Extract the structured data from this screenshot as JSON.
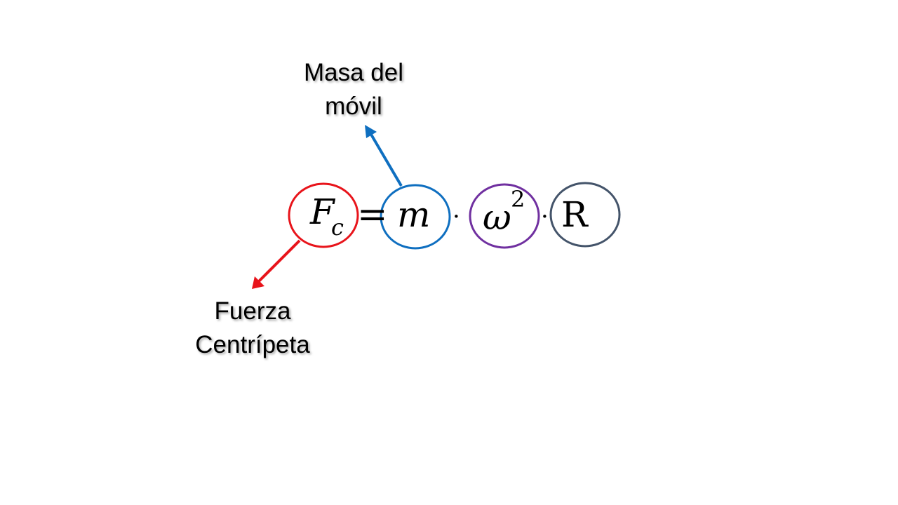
{
  "formula": {
    "F": "F",
    "c": "c",
    "equals": "=",
    "m": "m",
    "dot": "·",
    "omega": "ω",
    "exponent": "2",
    "R": "R"
  },
  "labels": {
    "masa": [
      "Masa del",
      "móvil"
    ],
    "fuerza": [
      "Fuerza",
      "Centrípeta"
    ]
  },
  "icons": {
    "circle_fc": "circle-outline",
    "circle_m": "circle-outline",
    "circle_omega": "circle-outline",
    "circle_r": "circle-outline",
    "arrow_masa": "arrow-up-left",
    "arrow_fuerza": "arrow-down-left"
  },
  "colors": {
    "fc_circle": "#e8141b",
    "m_circle": "#0f6fc0",
    "omega_circle": "#7030a0",
    "r_circle": "#44546a",
    "arrow_masa": "#0f6fc0",
    "arrow_fuerza": "#e8141b",
    "background": "#ffffff"
  }
}
